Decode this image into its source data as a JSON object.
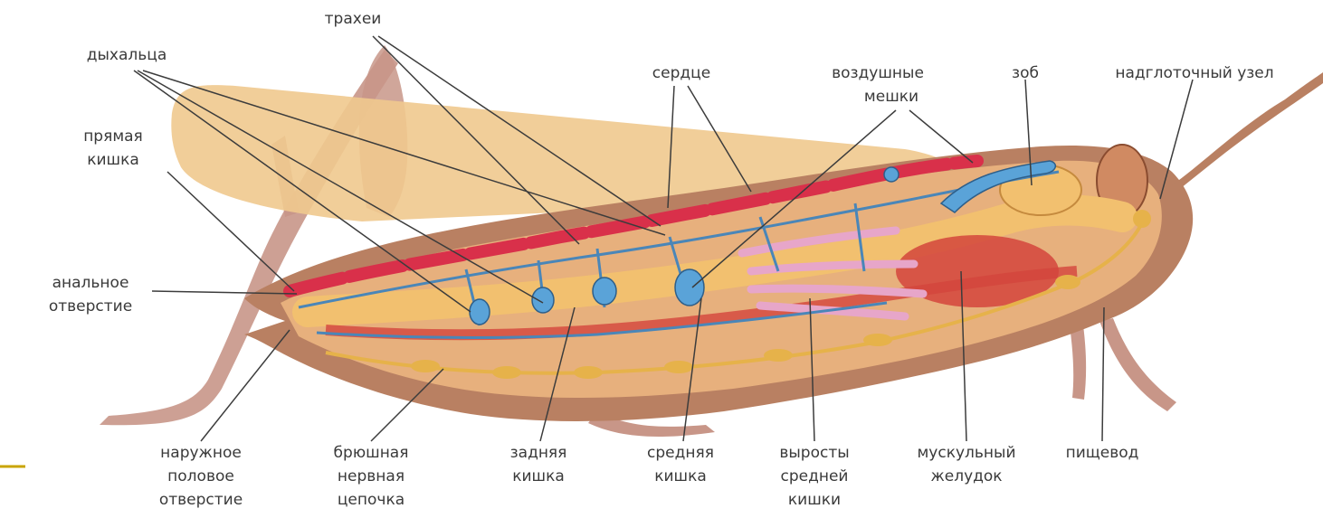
{
  "labels": {
    "tracheae": "трахеи",
    "spiracles": "дыхальца",
    "rectum": [
      "прямая",
      "кишка"
    ],
    "anal_opening": [
      "анальное",
      "отверстие"
    ],
    "heart": "сердце",
    "air_sacs": [
      "воздушные",
      "мешки"
    ],
    "crop": "зоб",
    "supraesophageal_ganglion": "надглоточный узел",
    "external_genital_opening": [
      "наружное",
      "половое",
      "отверстие"
    ],
    "ventral_nerve_chain": [
      "брюшная",
      "нервная",
      "цепочка"
    ],
    "hindgut": [
      "задняя",
      "кишка"
    ],
    "midgut": [
      "средняя",
      "кишка"
    ],
    "midgut_outgrowths": [
      "выросты",
      "средней",
      "кишки"
    ],
    "gizzard": [
      "мускульный",
      "желудок"
    ],
    "esophagus": "пищевод"
  },
  "colors": {
    "body_outer": "#b98062",
    "body_inner": "#e7b07d",
    "wing": "#f0c98e",
    "leg": "#c89688",
    "heart_vessel": "#d9304a",
    "gut": "#f2c06f",
    "gut_dark": "#d4453c",
    "trachea": "#4a86b8",
    "air_sac": "#5aa3d8",
    "nerve": "#e6b24a",
    "outgrowth": "#e7a6c9",
    "leader_line": "#3c3c3c",
    "accent_mark": "#c9a400"
  }
}
